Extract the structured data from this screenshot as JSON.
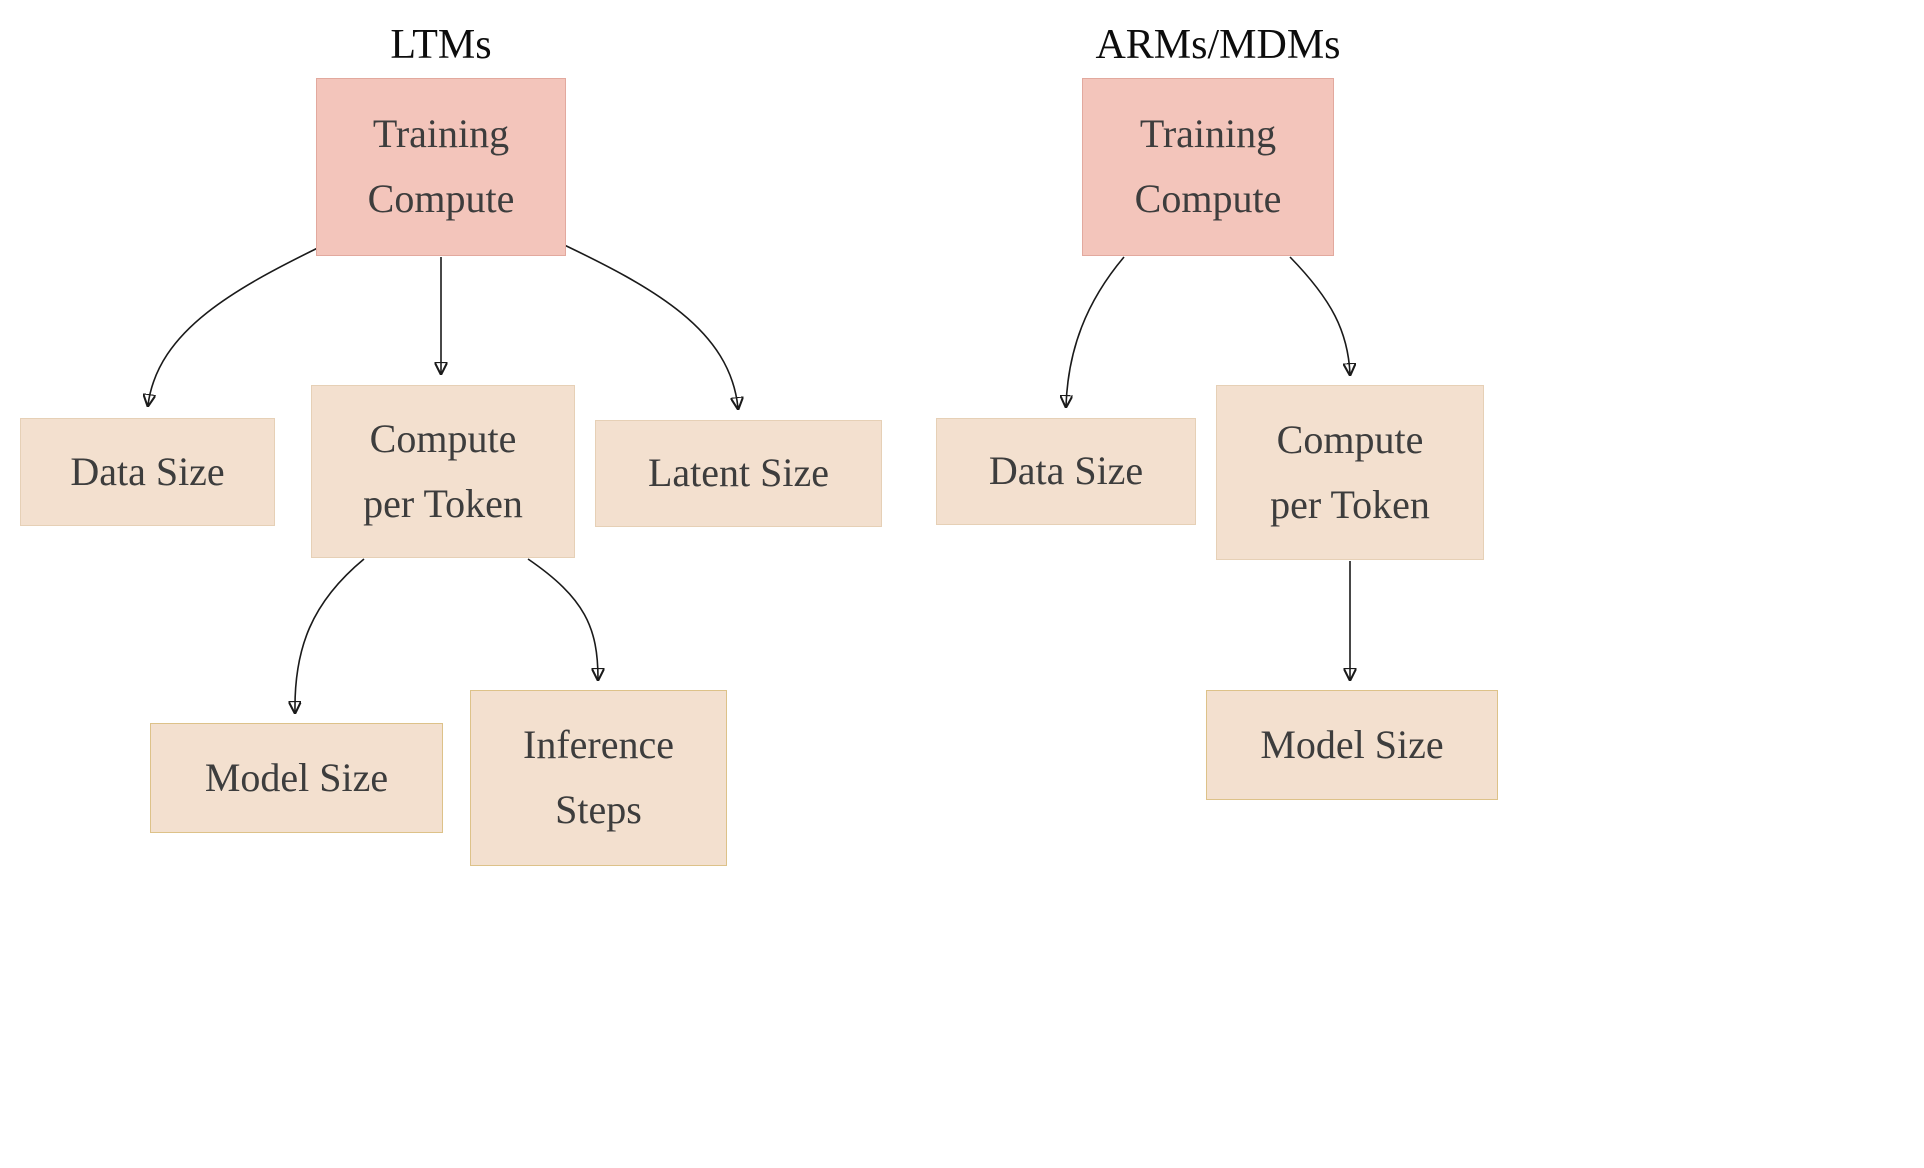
{
  "left": {
    "title": "LTMs",
    "training": "Training\nCompute",
    "data_size": "Data Size",
    "compute_per_token": "Compute\nper Token",
    "latent_size": "Latent Size",
    "model_size": "Model Size",
    "inference_steps": "Inference\nSteps"
  },
  "right": {
    "title": "ARMs/MDMs",
    "training": "Training\nCompute",
    "data_size": "Data Size",
    "compute_per_token": "Compute\nper Token",
    "model_size": "Model Size"
  },
  "colors": {
    "training_fill": "#f3c5bb",
    "training_border": "#e2a99e",
    "node_fill": "#f3e0cf",
    "node_border": "#e6d0b6",
    "node_border_gold": "#ddc289",
    "arrow_color": "#1a1a1a"
  }
}
